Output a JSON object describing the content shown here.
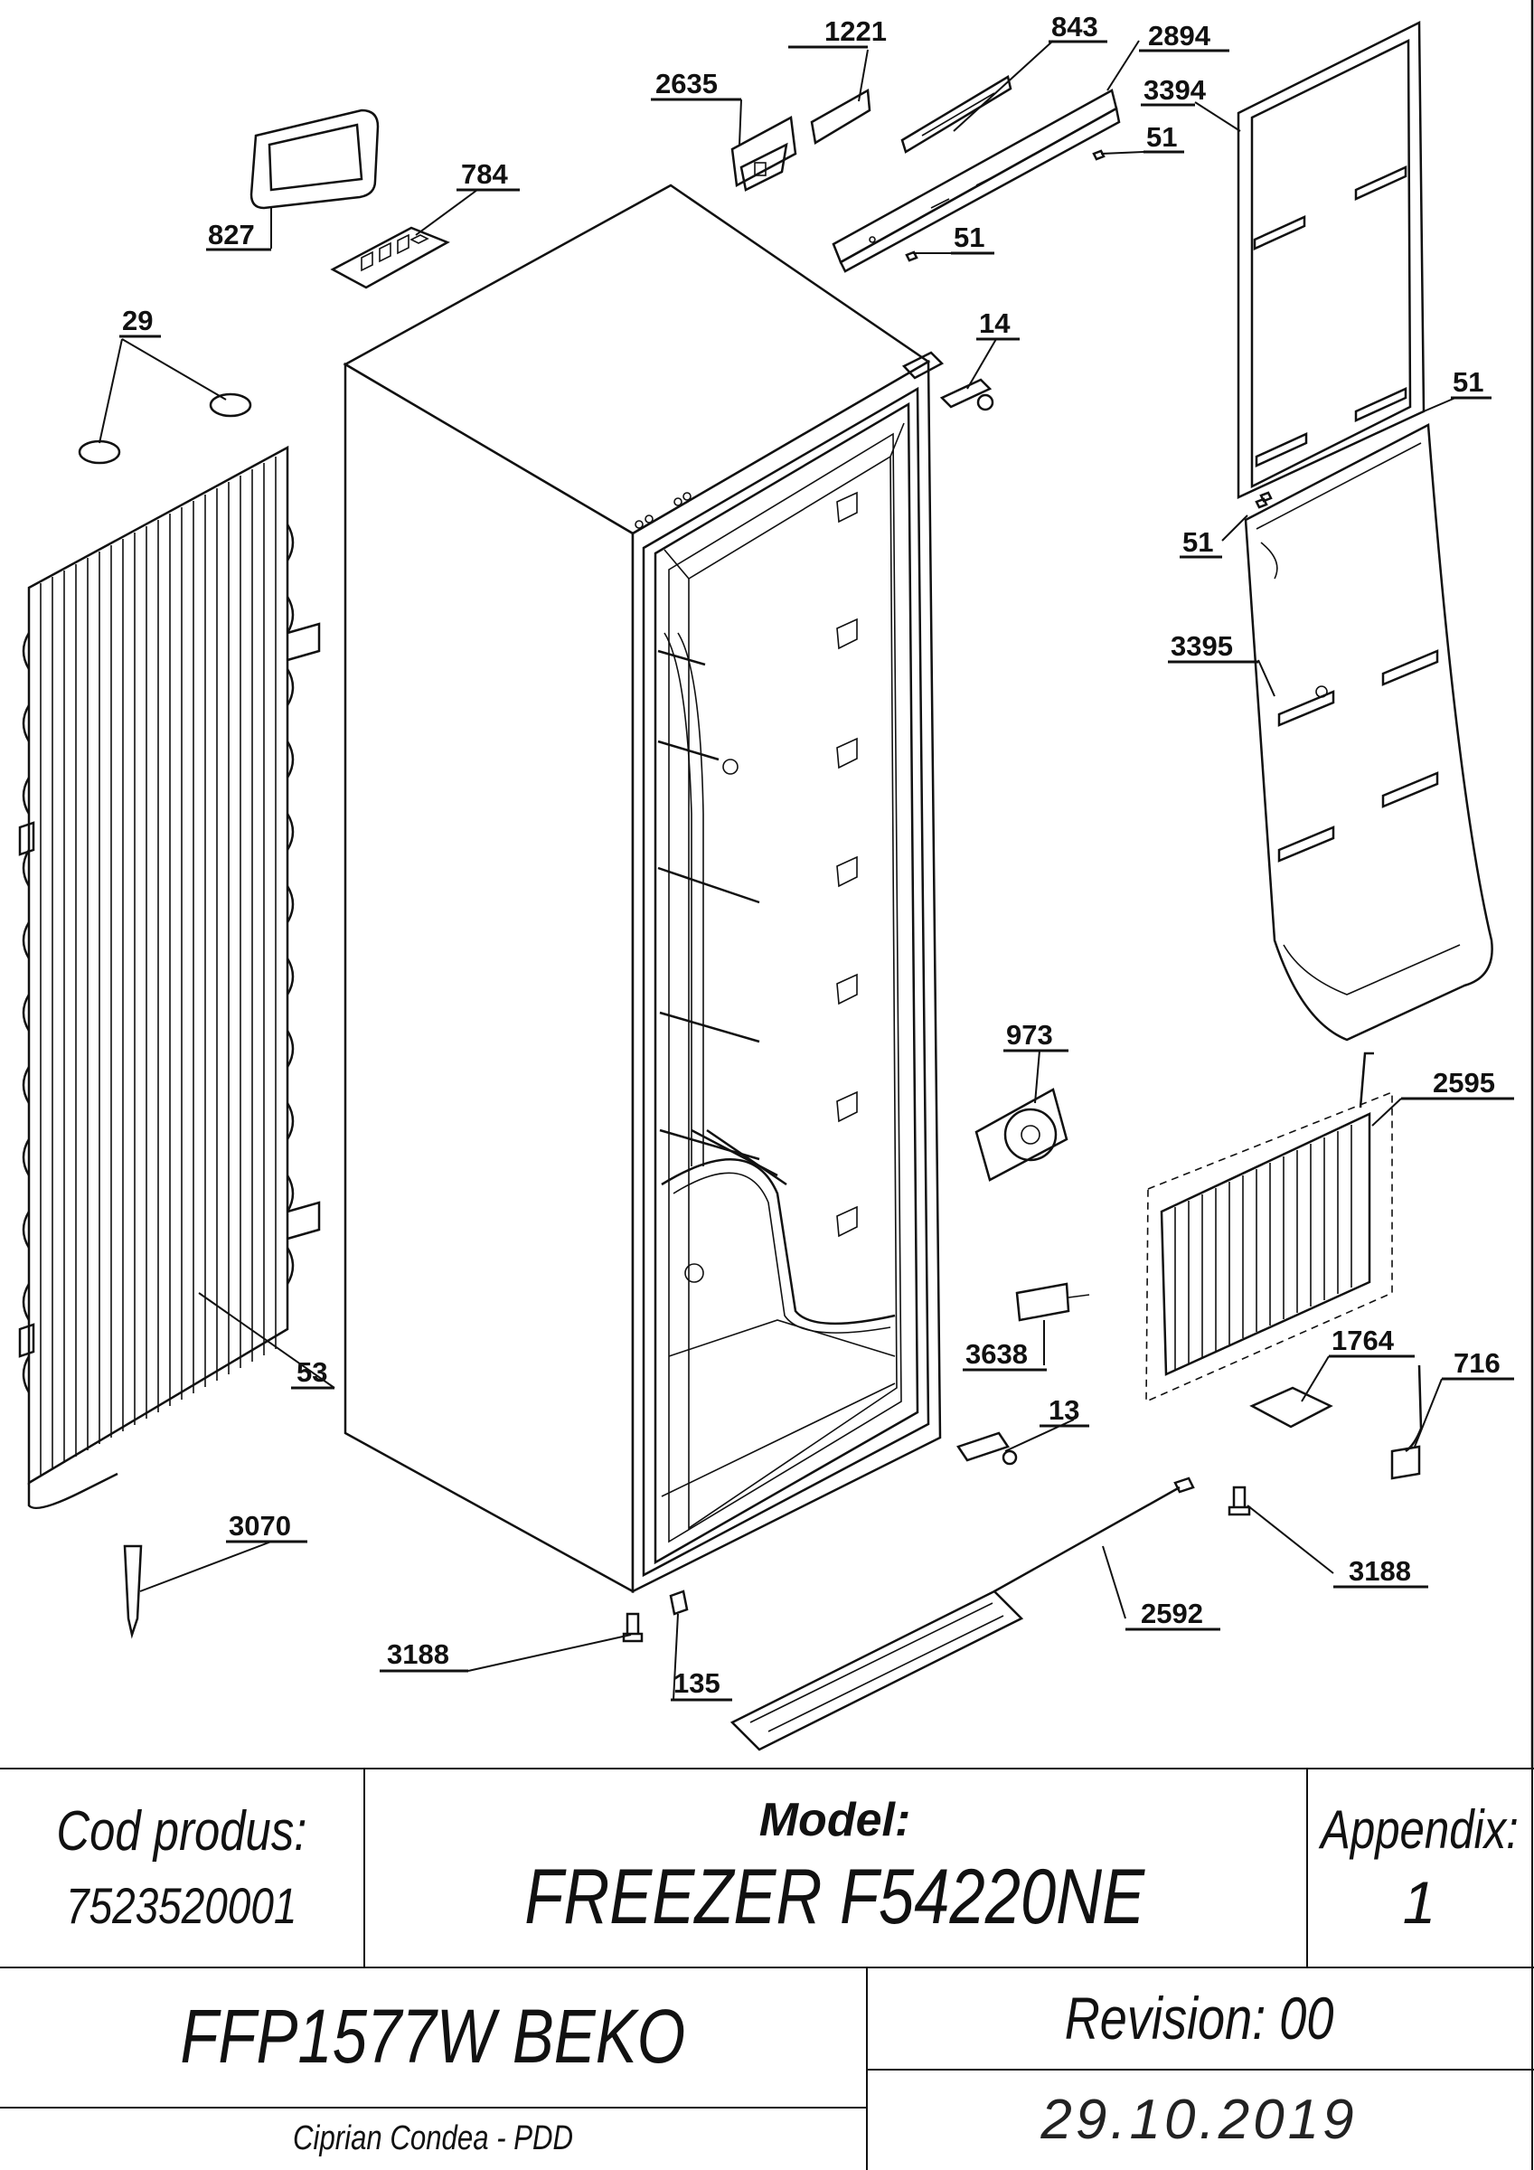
{
  "parts": [
    {
      "id": "p1221",
      "label": "1221"
    },
    {
      "id": "p843",
      "label": "843"
    },
    {
      "id": "p2894",
      "label": "2894"
    },
    {
      "id": "p2635",
      "label": "2635"
    },
    {
      "id": "p3394",
      "label": "3394"
    },
    {
      "id": "p51a",
      "label": "51"
    },
    {
      "id": "p784",
      "label": "784"
    },
    {
      "id": "p51b",
      "label": "51"
    },
    {
      "id": "p827",
      "label": "827"
    },
    {
      "id": "p29",
      "label": "29"
    },
    {
      "id": "p14",
      "label": "14"
    },
    {
      "id": "p51c",
      "label": "51"
    },
    {
      "id": "p51d",
      "label": "51"
    },
    {
      "id": "p3395",
      "label": "3395"
    },
    {
      "id": "p973",
      "label": "973"
    },
    {
      "id": "p2595",
      "label": "2595"
    },
    {
      "id": "p53",
      "label": "53"
    },
    {
      "id": "p1764",
      "label": "1764"
    },
    {
      "id": "p3638",
      "label": "3638"
    },
    {
      "id": "p716",
      "label": "716"
    },
    {
      "id": "p13",
      "label": "13"
    },
    {
      "id": "p3070",
      "label": "3070"
    },
    {
      "id": "p3188a",
      "label": "3188"
    },
    {
      "id": "p2592",
      "label": "2592"
    },
    {
      "id": "p3188b",
      "label": "3188"
    },
    {
      "id": "p135",
      "label": "135"
    }
  ],
  "title_block": {
    "cod_produs_label": "Cod produs:",
    "cod_produs_value": "7523520001",
    "model_label": "Model:",
    "model_value": "FREEZER F54220NE",
    "appendix_label": "Appendix:",
    "appendix_value": "1",
    "product_name": "FFP1577W BEKO",
    "revision": "Revision: 00",
    "date": "29.10.2019",
    "author": "Ciprian Condea - PDD"
  }
}
